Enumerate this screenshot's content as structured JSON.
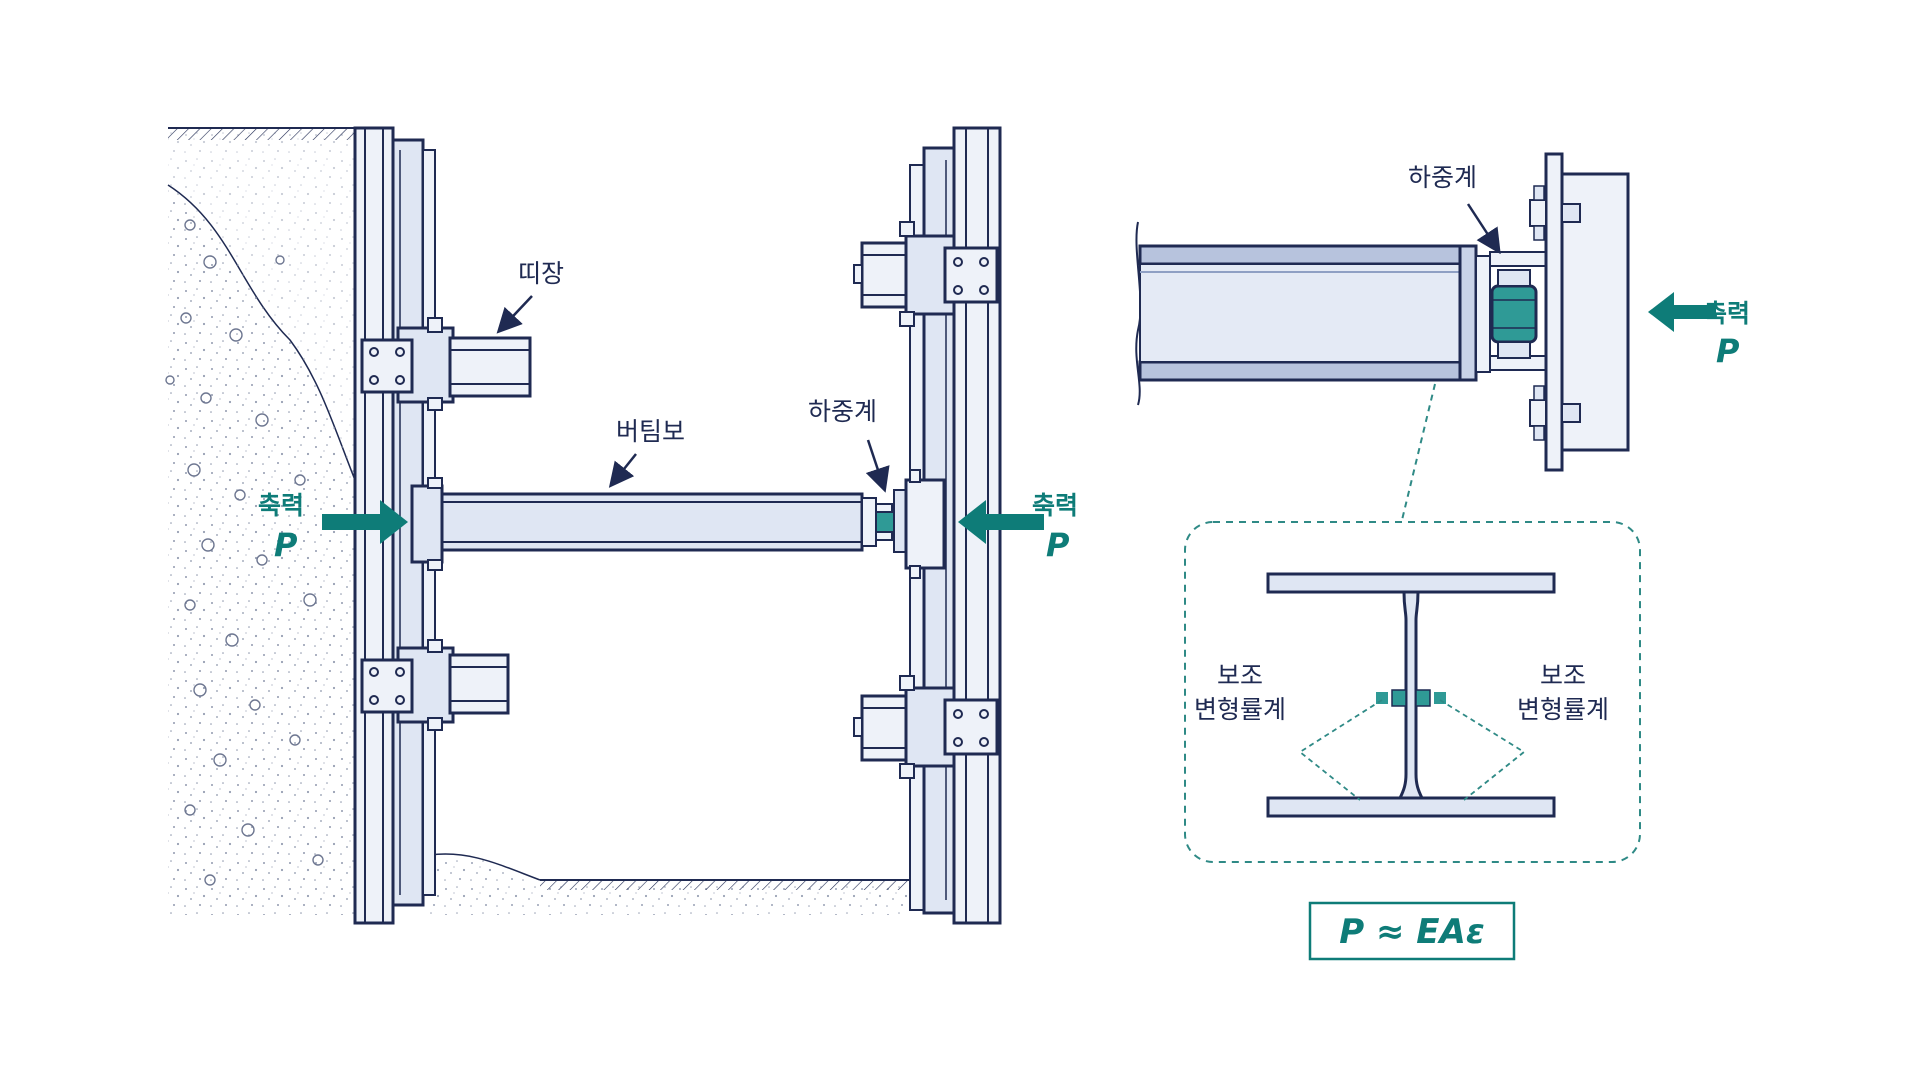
{
  "labels": {
    "wale": "띠장",
    "strut": "버팀보",
    "load_cell_main": "하중계",
    "load_cell_detail": "하중계",
    "axial_force_left": "축력",
    "axial_force_right": "축력",
    "axial_force_detail": "축력",
    "symbol_p_left": "P",
    "symbol_p_right": "P",
    "symbol_p_detail": "P",
    "strain_gauge_left_1": "보조",
    "strain_gauge_left_2": "변형률계",
    "strain_gauge_right_1": "보조",
    "strain_gauge_right_2": "변형률계",
    "formula": "P ≈ EAε"
  },
  "colors": {
    "outline": "#1f2a52",
    "steel_fill": "#dfe6f3",
    "steel_light": "#eef2f9",
    "accent": "#0e7c78",
    "gauge": "#2f9a96",
    "soil_dot": "#8a93a8"
  }
}
